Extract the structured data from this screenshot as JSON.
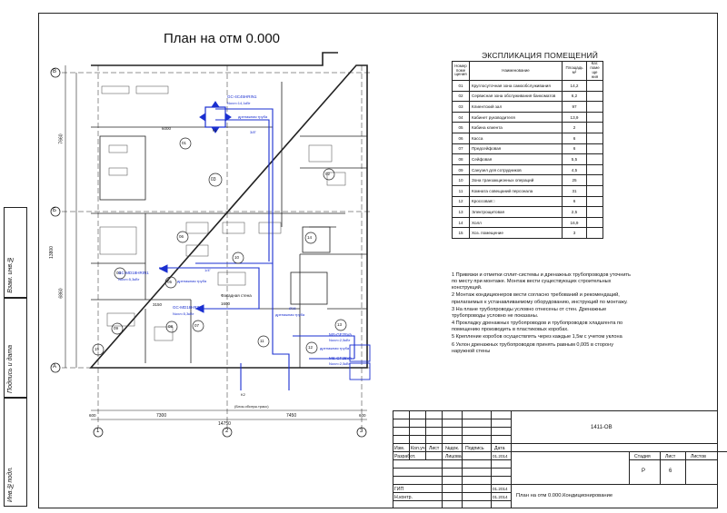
{
  "drawing_title": "План на отм 0.000",
  "side_strip": [
    "Взам. инв.№",
    "Подпись и дата",
    "Инв.№подл."
  ],
  "grid_axes": {
    "rows": [
      "В",
      "Б",
      "А"
    ],
    "cols": [
      "1",
      "2",
      "3"
    ]
  },
  "dimensions": {
    "left_vertical": [
      "7660",
      "13800",
      "6860"
    ],
    "bottom": [
      "600",
      "7300",
      "7450",
      "600"
    ],
    "bottom_total": "14750",
    "top_short": "6000"
  },
  "room_bubbles": [
    "01",
    "02",
    "03",
    "04",
    "05",
    "06",
    "07",
    "08",
    "09",
    "10",
    "11",
    "12",
    "13",
    "14",
    "15"
  ],
  "plan_labels": {
    "unit_1": "GC-4C45HRIN1",
    "unit_1_sub": "Nохл=14,1кВт",
    "drain_1": "дренажная труба",
    "unit_2": "GC-MD18HRIN1",
    "unit_2_sub": "Nохл=5,3кВт",
    "unit_3": "GC-MD18HRIN1",
    "unit_3_sub": "Nохл=5,3кВт",
    "drain_2": "дренажная труба",
    "drain_3": "дренажная труба",
    "drain_4": "дренажная труба",
    "facade_label": "Фасадная стена",
    "outdoor_1": "MS-GF25VA",
    "outdoor_1_sub": "Nохл=2,5кВт",
    "outdoor_2": "MS-GF25VA",
    "outdoor_2_sub": "Nохл=2,5кВт",
    "pipe_size_1": "3/8\"",
    "pipe_size_2": "1/4\"",
    "pipe_size_3": "Ø16",
    "label_k1": "K1",
    "label_k2": "K2",
    "legend_bottom": "(Блок.обслуж.трасс)",
    "dim_bottom_1": "3150",
    "dim_bottom_2": "1600"
  },
  "explication": {
    "title": "ЭКСПЛИКАЦИЯ ПОМЕЩЕНИЙ",
    "headers": [
      "Номер поме щения",
      "Наименование",
      "Площадь м²",
      "Кат. поме ще ния"
    ],
    "rows": [
      {
        "n": "01",
        "name": "Круглосуточная зона самообслуживания",
        "area": "14,2"
      },
      {
        "n": "02",
        "name": "Сервисная зона обслуживания банкоматов",
        "area": "6,2"
      },
      {
        "n": "03",
        "name": "Клиентский зал",
        "area": "97"
      },
      {
        "n": "04",
        "name": "Кабинет руководителя",
        "area": "13,9"
      },
      {
        "n": "05",
        "name": "Кабина клиента",
        "area": "2"
      },
      {
        "n": "06",
        "name": "Касса",
        "area": "6"
      },
      {
        "n": "07",
        "name": "Предсейфовая",
        "area": "6"
      },
      {
        "n": "08",
        "name": "Сейфовая",
        "area": "5,5"
      },
      {
        "n": "09",
        "name": "Санузел для сотрудников",
        "area": "4,5"
      },
      {
        "n": "10",
        "name": "Зона транзакционных операций",
        "area": "25"
      },
      {
        "n": "11",
        "name": "Комната совещаний персонала",
        "area": "31"
      },
      {
        "n": "12",
        "name": "Кроссовая□",
        "area": "6"
      },
      {
        "n": "13",
        "name": "Электрощитовая",
        "area": "2,5"
      },
      {
        "n": "14",
        "name": "Холл",
        "area": "16,9"
      },
      {
        "n": "15",
        "name": "Хоз. помещение",
        "area": "3"
      }
    ]
  },
  "notes": [
    "1 Привязки и отметки сплит-системы и дренажных трубопроводов уточнить по месту при монтаже. Монтаж вести существующих строительных конструкций.",
    "2 Монтаж кондиционеров вести согласно требований и рекомендаций, прилагаемых к устанавливаемому оборудованию, инструкций по монтажу.",
    "3 На плане трубопроводы условно отнесены от стен. Дренажные трубопроводы условно не показаны.",
    "4 Прокладку дренажных трубопроводов и трубопроводов хладагента по помещению производить в пластиковых коробах.",
    "5 Крепление коробов осуществлять через каждые 1,5м с учетом уклона",
    "6 Уклон дренажных трубопроводов принять равным 0,005 в сторону наружной стены"
  ],
  "title_block": {
    "code": "1411-ОВ",
    "col_headers": [
      "Изм.",
      "Кол.уч",
      "Лист",
      "№док.",
      "Подпись",
      "Дата"
    ],
    "developed_label": "Разработ.",
    "developer": "Лицова",
    "date_1": "01.2014",
    "gip_label": "ГИП",
    "date_2": "01.2014",
    "nkontr_label": "Н.контр.",
    "date_3": "01.2014",
    "stage_label": "Стадия",
    "sheet_label": "Лист",
    "sheets_label": "Листов",
    "stage": "Р",
    "sheet": "6",
    "sheet_title": "План на отм 0.000.Кондиционирование"
  },
  "colors": {
    "line": "#222222",
    "pipe": "#1a2fd0",
    "unit_fill": "#1a2fd0"
  }
}
